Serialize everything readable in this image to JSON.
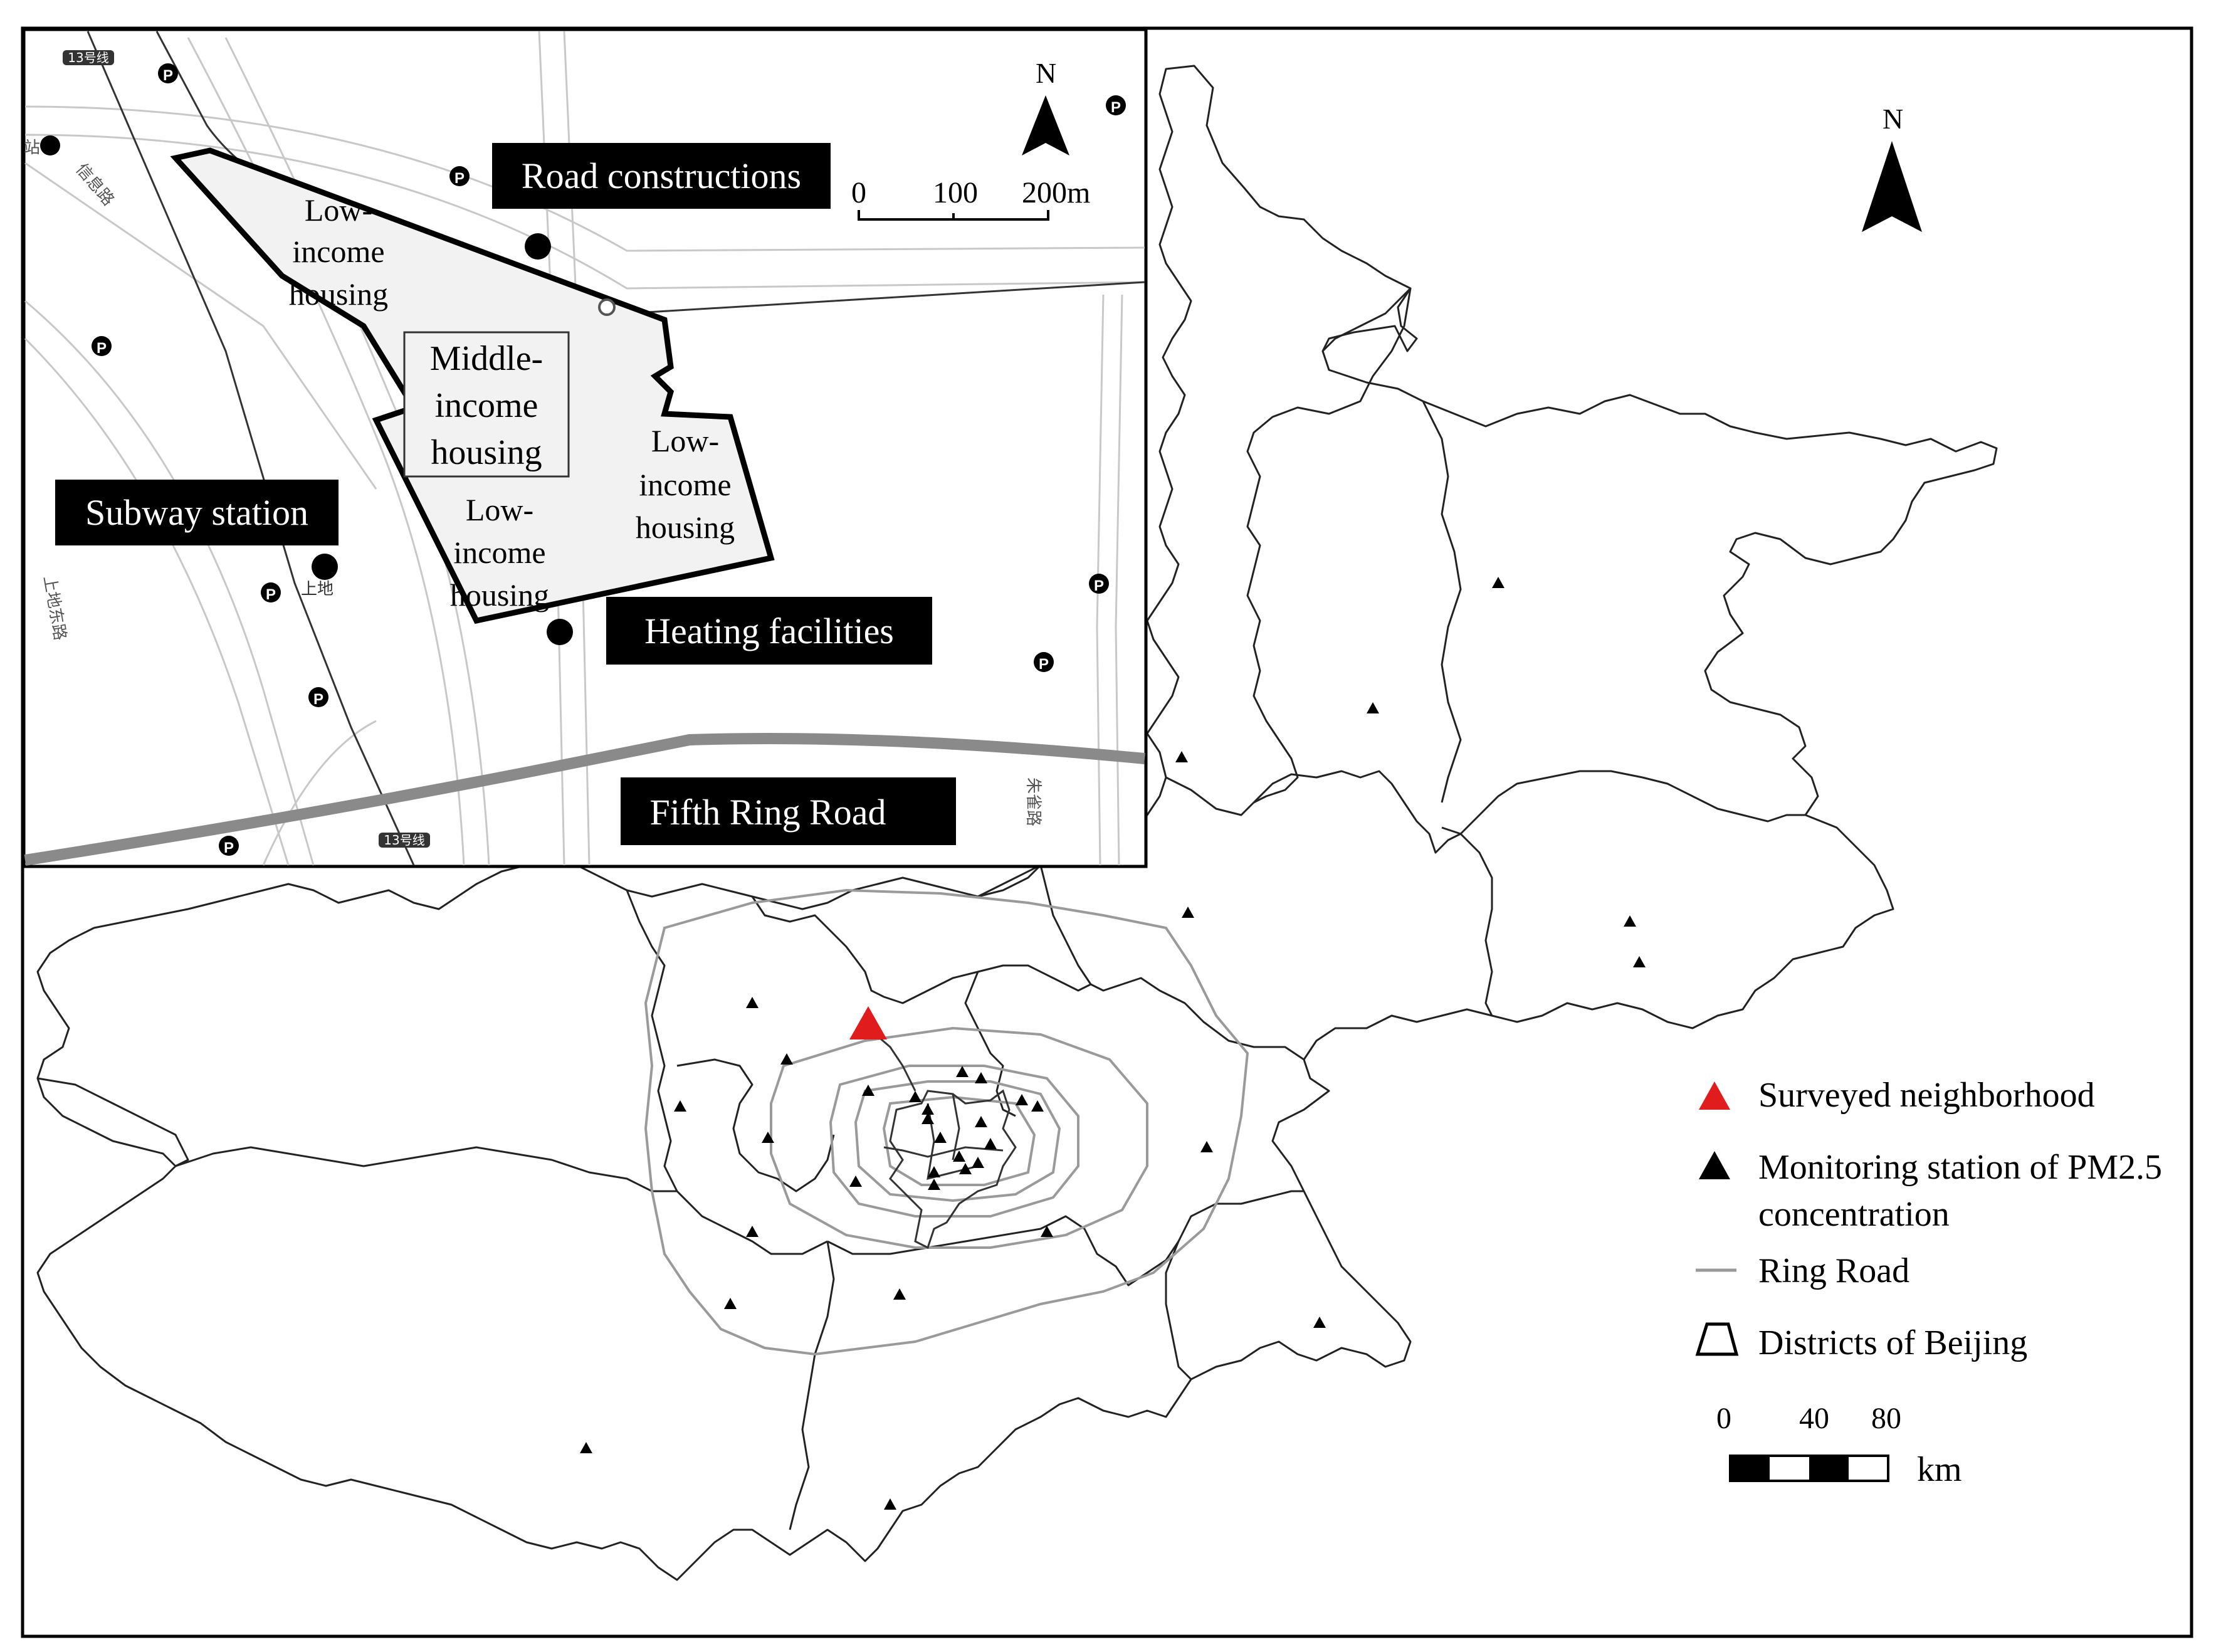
{
  "inset_map": {
    "labels": {
      "road_constructions": "Road constructions",
      "subway_station": "Subway station",
      "heating_facilities": "Heating facilities",
      "fifth_ring_road": "Fifth Ring Road"
    },
    "housing": {
      "low_income_1": [
        "Low-",
        "income",
        "housing"
      ],
      "middle_income": [
        "Middle-",
        "income",
        "housing"
      ],
      "low_income_2": [
        "Low-",
        "income",
        "housing"
      ],
      "low_income_3": [
        "Low-",
        "income",
        "housing"
      ]
    },
    "scale_bar": {
      "ticks": [
        "0",
        "100",
        "200m"
      ]
    },
    "north_label": "N",
    "street_labels": [
      "13号线",
      "13号线",
      "上地",
      "上地东路",
      "信息路",
      "朱雀路",
      "站"
    ],
    "parking_icon_label": "P"
  },
  "main_map": {
    "north_label": "N",
    "legend": {
      "surveyed_neighborhood": "Surveyed neighborhood",
      "monitoring_station": [
        "Monitoring station of PM2.5",
        "concentration"
      ],
      "ring_road": "Ring Road",
      "districts": "Districts of Beijing"
    },
    "scale_bar": {
      "ticks": [
        "0",
        "40",
        "80"
      ],
      "unit": "km"
    }
  },
  "colors": {
    "surveyed_marker": "#e01c1c",
    "station_marker": "#000000",
    "ring_road": "#9a9a9a",
    "inset_fill": "#f2f2f2",
    "label_background": "#000000"
  },
  "icons": [
    "north-arrow-icon",
    "parking-icon",
    "point-marker-icon",
    "triangle-marker-icon"
  ]
}
